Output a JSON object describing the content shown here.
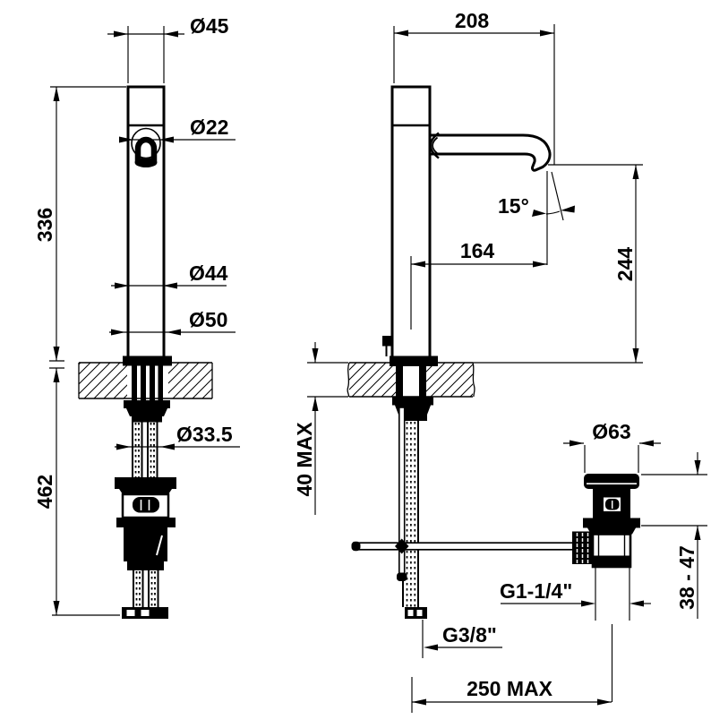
{
  "front_view": {
    "spout_top_diameter": "Ø45",
    "handle_diameter": "Ø22",
    "height_above_deck": "336",
    "body_diameter": "Ø44",
    "base_diameter": "Ø50",
    "hose_diameter": "Ø33.5",
    "length_below_deck": "462"
  },
  "side_view": {
    "depth": "208",
    "spout_angle": "15°",
    "spout_reach": "164",
    "spout_height_above_deck": "244",
    "deck_thickness_max": "40 MAX",
    "waste_cap_diameter": "Ø63",
    "waste_thread": "G1-1/4\"",
    "waste_height_range": "38 - 47",
    "supply_thread": "G3/8\"",
    "rod_max_reach": "250 MAX"
  },
  "colors": {
    "line": "#000000",
    "background": "#ffffff"
  }
}
